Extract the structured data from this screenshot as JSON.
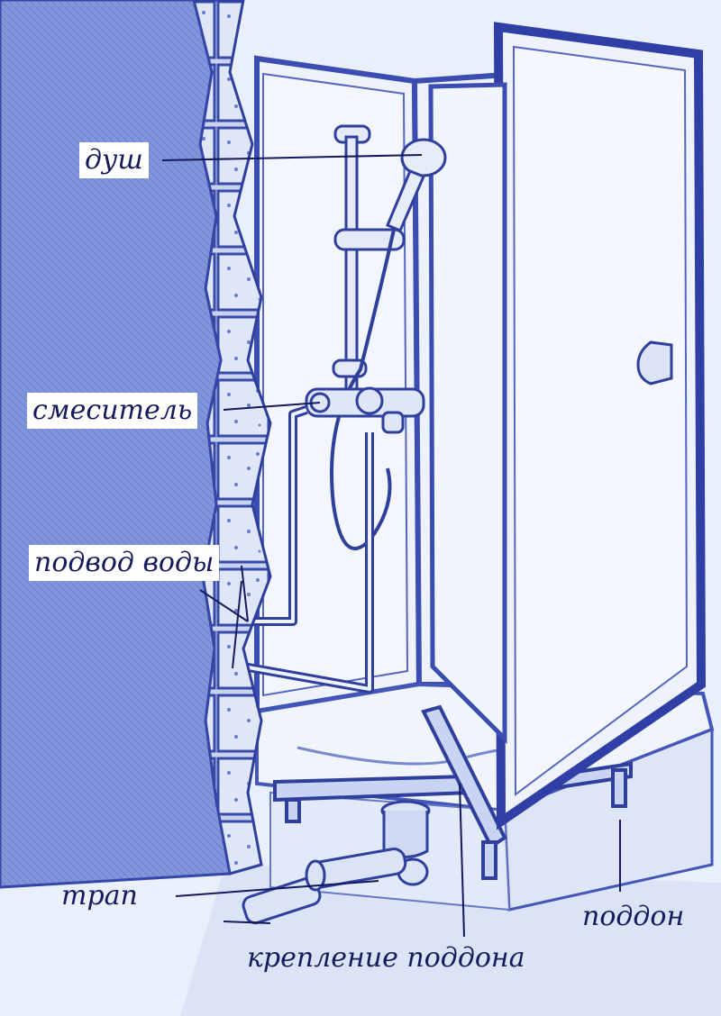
{
  "labels": {
    "shower": "душ",
    "mixer": "смеситель",
    "water_supply": "подвод воды",
    "drain": "трап",
    "tray": "поддон",
    "tray_mount": "крепление поддона"
  },
  "colors": {
    "ink": "#2a3a9c",
    "ink_dark": "#141a5c",
    "wall": "#7e92d8",
    "glass": "#e9eefb",
    "background": "#e8eefa"
  }
}
